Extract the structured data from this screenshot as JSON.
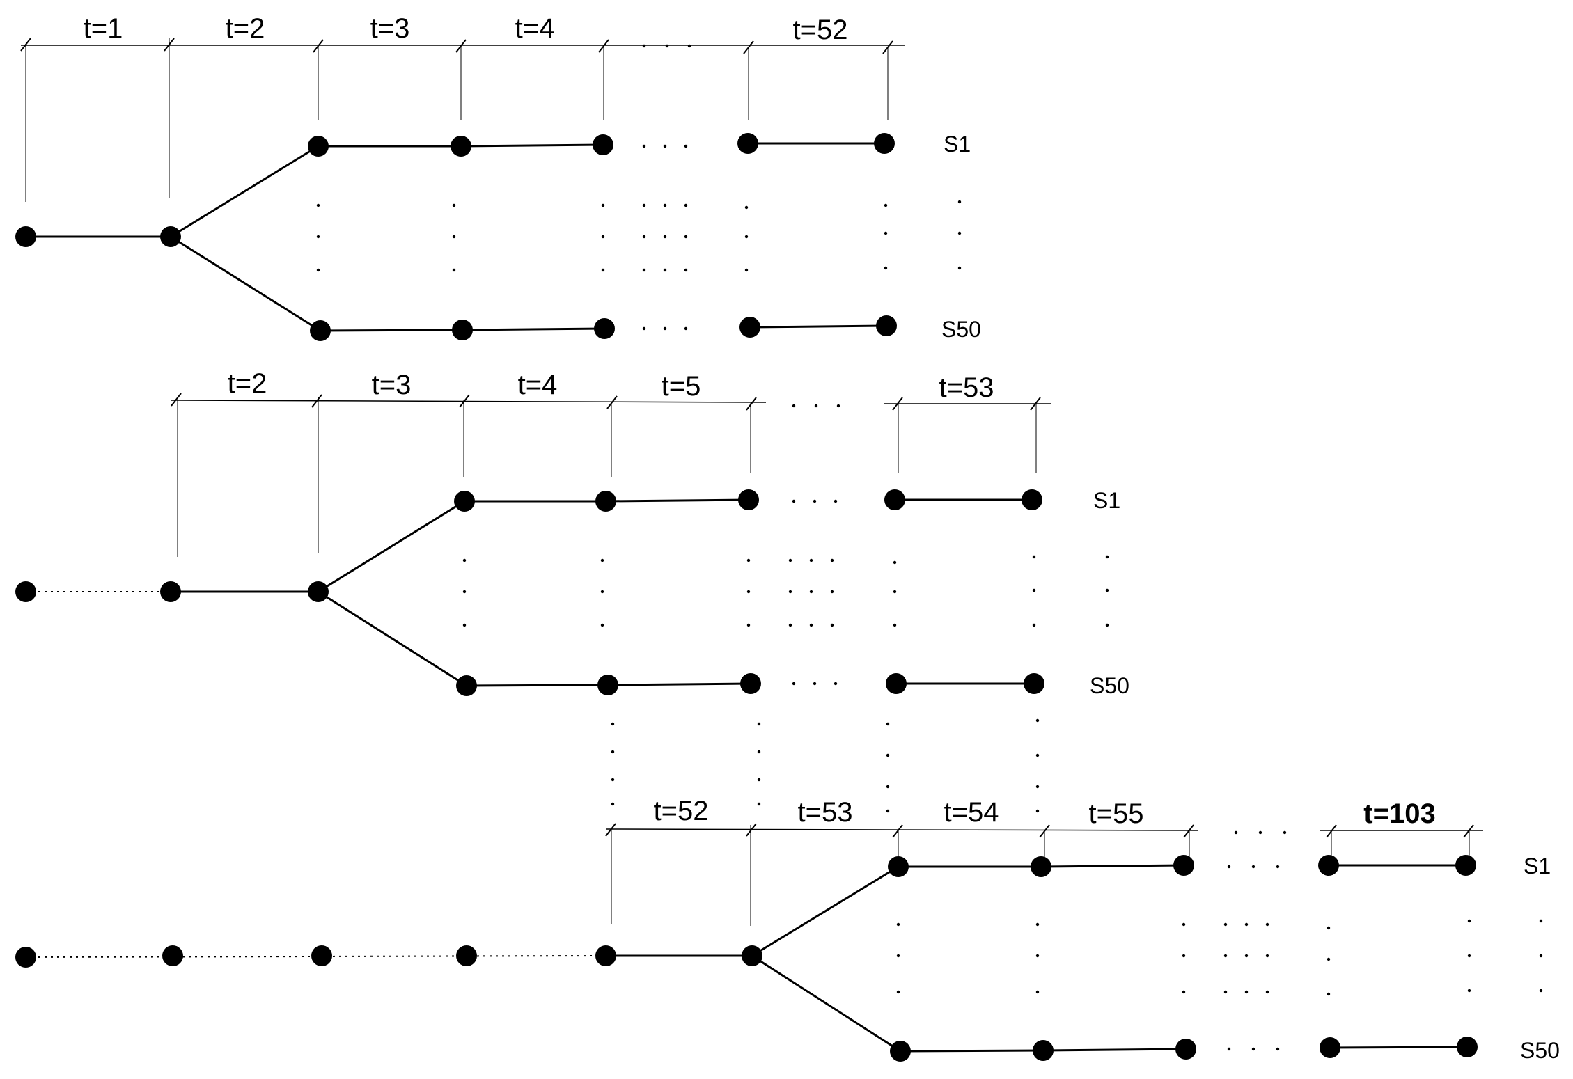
{
  "colors": {
    "ink": "#000000",
    "background": "#ffffff"
  },
  "rows": [
    {
      "id": "row-1",
      "period_labels": [
        "t=1",
        "t=2",
        "t=3",
        "t=4",
        "t=52"
      ],
      "scenario_labels": {
        "first": "S1",
        "last": "S50"
      }
    },
    {
      "id": "row-2",
      "period_labels": [
        "t=2",
        "t=3",
        "t=4",
        "t=5",
        "t=53"
      ],
      "scenario_labels": {
        "first": "S1",
        "last": "S50"
      }
    },
    {
      "id": "row-3",
      "period_labels": [
        "t=52",
        "t=53",
        "t=54",
        "t=55",
        "t=103"
      ],
      "scenario_labels": {
        "first": "S1",
        "last": "S50"
      }
    }
  ]
}
